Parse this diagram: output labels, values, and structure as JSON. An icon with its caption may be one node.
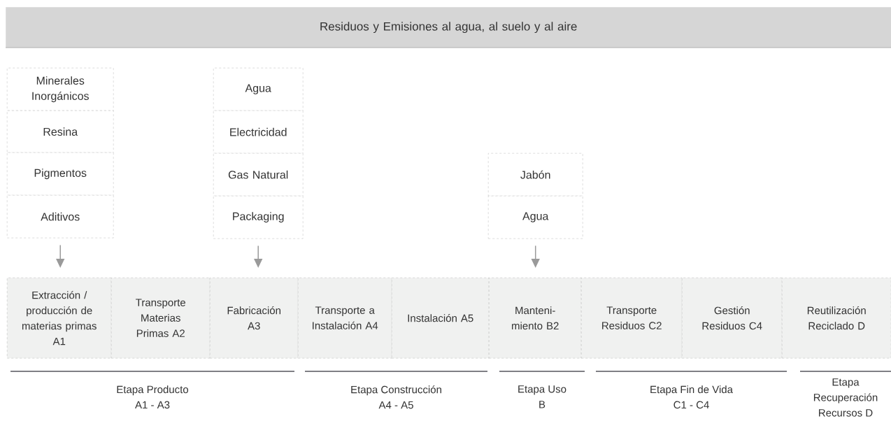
{
  "diagram": {
    "nodes": [
      {
        "text": [
          "Residuos y Emisiones al agua, al suelo y al aire"
        ]
      },
      {
        "text": [
          "Minerales Inorgánicos"
        ]
      },
      {
        "text": [
          "Resina"
        ]
      },
      {
        "text": [
          "Pigmentos"
        ]
      },
      {
        "text": [
          "Aditivos"
        ]
      },
      {
        "text": [
          "Agua"
        ]
      },
      {
        "text": [
          "Electricidad"
        ]
      },
      {
        "text": [
          "Gas Natural"
        ]
      },
      {
        "text": [
          "Packaging"
        ]
      },
      {
        "text": [
          "Jabón"
        ]
      },
      {
        "text": [
          "Agua"
        ]
      },
      {
        "text": [
          "Extracción / producción de materias primas A1"
        ]
      },
      {
        "text": [
          "Transporte Materias Primas A2"
        ]
      },
      {
        "text": [
          "Fabricación A3"
        ]
      },
      {
        "text": [
          "Transporte a Instalación A4"
        ]
      },
      {
        "text": [
          "Instalación A5"
        ]
      },
      {
        "text": [
          "Manteni- miento B2"
        ]
      },
      {
        "text": [
          "Transporte Residuos C2"
        ]
      },
      {
        "text": [
          "Gestión Residuos C4"
        ]
      },
      {
        "text": [
          "Reutilización Reciclado D"
        ]
      }
    ],
    "edges": [
      {
        "from": 4,
        "to": 11,
        "arrow": "to"
      },
      {
        "from": 8,
        "to": 13,
        "arrow": "to"
      },
      {
        "from": 10,
        "to": 16,
        "arrow": "to"
      }
    ],
    "labels": [
      "Etapa Producto A1 - A3",
      "Etapa Construcción A4 - A5",
      "Etapa Uso B",
      "Etapa Fin de Vida C1 - C4",
      "Etapa Recuperación Recursos D"
    ]
  }
}
